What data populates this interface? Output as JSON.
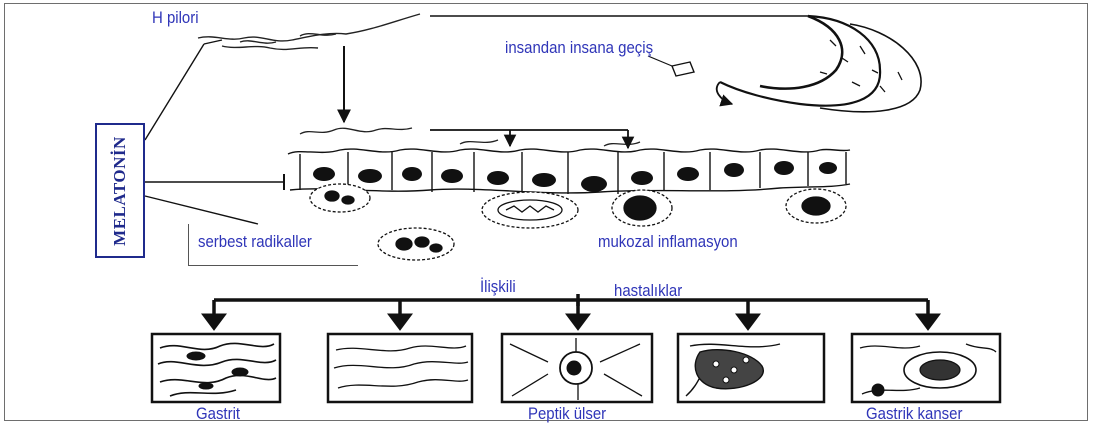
{
  "labels": {
    "h_pylori": "H pilori",
    "transmission": "insandan insana geçiş",
    "melatonin": "MELATONİN",
    "free_radicals": "serbest radikaller",
    "mucosal_inflammation": "mukozal inflamasyon",
    "related": "İlişkili",
    "diseases": "hastalıklar",
    "gastritis": "Gastrit",
    "peptic_ulcer": "Peptik ülser",
    "gastric_cancer": "Gastrik kanser"
  },
  "colors": {
    "label_text": "#2f35b8",
    "melatonin_text": "#1f2a8c",
    "line": "#111111"
  }
}
